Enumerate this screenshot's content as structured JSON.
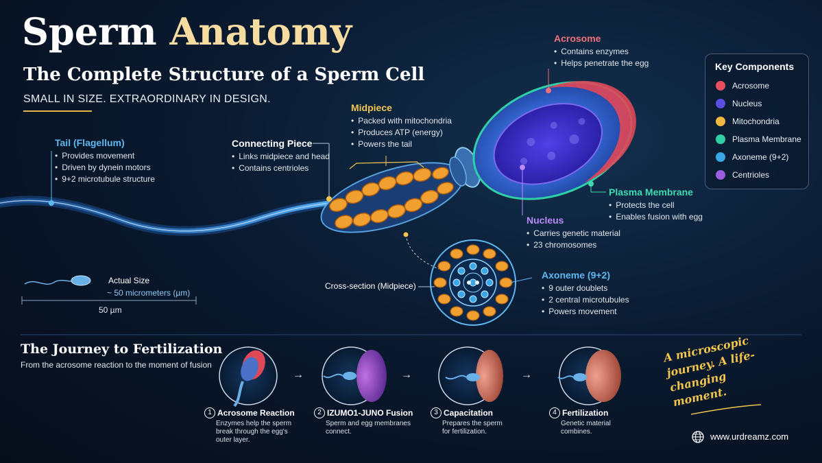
{
  "header": {
    "title_part1": "Sperm",
    "title_part2": "Anatomy",
    "subtitle": "The Complete Structure of a Sperm Cell",
    "tagline": "SMALL IN SIZE. EXTRAORDINARY IN DESIGN."
  },
  "labels": {
    "tail": {
      "title": "Tail (Flagellum)",
      "points": [
        "Provides movement",
        "Driven by dynein motors",
        "9+2 microtubule structure"
      ]
    },
    "connecting": {
      "title": "Connecting Piece",
      "points": [
        "Links midpiece and head",
        "Contains centrioles"
      ]
    },
    "midpiece": {
      "title": "Midpiece",
      "points": [
        "Packed with mitochondria",
        "Produces ATP (energy)",
        "Powers the tail"
      ]
    },
    "acrosome": {
      "title": "Acrosome",
      "points": [
        "Contains enzymes",
        "Helps penetrate the egg"
      ]
    },
    "membrane": {
      "title": "Plasma Membrane",
      "points": [
        "Protects the cell",
        "Enables fusion with egg"
      ]
    },
    "nucleus": {
      "title": "Nucleus",
      "points": [
        "Carries genetic material",
        "23 chromosomes"
      ]
    },
    "axoneme": {
      "title": "Axoneme (9+2)",
      "points": [
        "9 outer doublets",
        "2 central microtubules",
        "Powers movement"
      ]
    },
    "cross_section": "Cross-section (Midpiece)"
  },
  "size": {
    "title": "Actual Size",
    "value": "~ 50 micrometers (µm)",
    "scale": "50 µm"
  },
  "legend": {
    "title": "Key Components",
    "items": [
      {
        "name": "Acrosome",
        "color": "#e8505f"
      },
      {
        "name": "Nucleus",
        "color": "#5a4fe0"
      },
      {
        "name": "Mitochondria",
        "color": "#f0b840"
      },
      {
        "name": "Plasma Membrane",
        "color": "#2fd0a8"
      },
      {
        "name": "Axoneme (9+2)",
        "color": "#3aa8e8"
      },
      {
        "name": "Centrioles",
        "color": "#9a5ee0"
      }
    ]
  },
  "journey": {
    "title": "The Journey to Fertilization",
    "subtitle": "From the acrosome reaction to the moment of fusion",
    "steps": [
      {
        "num": "1",
        "title": "Acrosome Reaction",
        "desc": [
          "Enzymes help the sperm",
          "break through the egg's",
          "outer layer."
        ]
      },
      {
        "num": "2",
        "title": "IZUMO1-JUNO Fusion",
        "desc": [
          "Sperm and egg membranes",
          "connect."
        ]
      },
      {
        "num": "3",
        "title": "Capacitation",
        "desc": [
          "Prepares the sperm",
          "for fertilization."
        ]
      },
      {
        "num": "4",
        "title": "Fertilization",
        "desc": [
          "Genetic material",
          "combines."
        ]
      }
    ],
    "arrow": "→"
  },
  "quote": "A microscopic journey. A life-changing moment.",
  "website": "www.urdreamz.com",
  "colors": {
    "title_gold": "#f6dca0",
    "label_blue": "#5fb8f0",
    "label_gold": "#f2c64e",
    "label_red": "#f0707c",
    "label_green": "#3fdcb0",
    "label_purple": "#b88cf8",
    "accent": "#e5b84a"
  }
}
